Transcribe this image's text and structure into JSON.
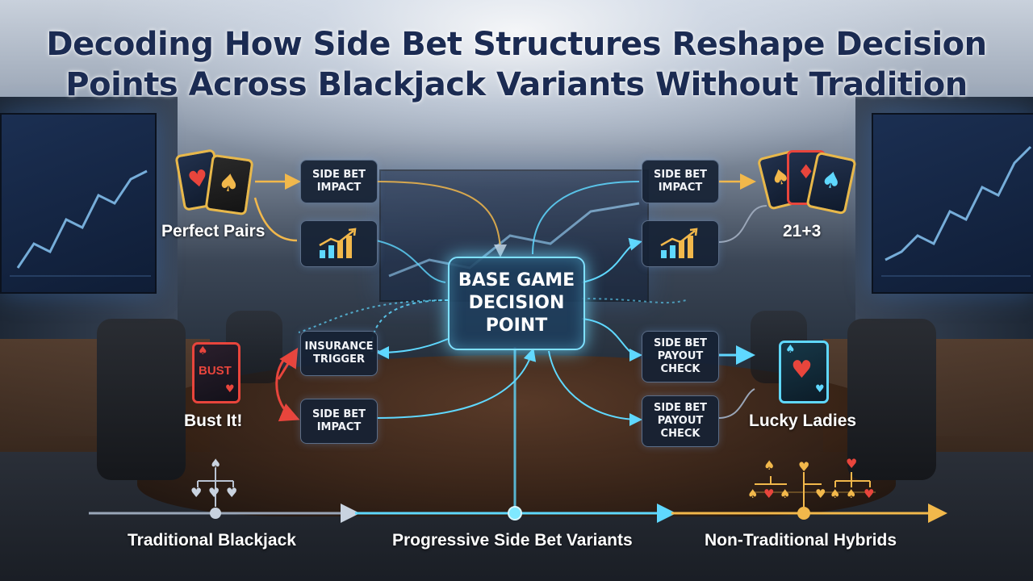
{
  "title": {
    "line1": "Decoding How Side Bet Structures Reshape Decision",
    "line2": "Points Across Blackjack Variants Without Tradition"
  },
  "center_node": {
    "line1": "BASE GAME",
    "line2": "DECISION",
    "line3": "POINT"
  },
  "left_nodes": {
    "side_bet_impact_top": {
      "line1": "SIDE BET",
      "line2": "IMPACT"
    },
    "chart_icon": "bar-chart-arrow-icon",
    "insurance_trigger": {
      "line1": "INSURANCE",
      "line2": "TRIGGER"
    },
    "side_bet_impact_bottom": {
      "line1": "SIDE BET",
      "line2": "IMPACT"
    }
  },
  "right_nodes": {
    "side_bet_impact_top": {
      "line1": "SIDE BET",
      "line2": "IMPACT"
    },
    "chart_icon": "bar-chart-arrow-icon",
    "payout_check_1": {
      "line1": "SIDE BET",
      "line2": "PAYOUT",
      "line3": "CHECK"
    },
    "payout_check_2": {
      "line1": "SIDE BET",
      "line2": "PAYOUT",
      "line3": "CHECK"
    }
  },
  "side_bets": {
    "perfect_pairs": "Perfect Pairs",
    "twenty_one_three": "21+3",
    "bust_it": "Bust It!",
    "bust_card_text": "BUST",
    "lucky_ladies": "Lucky Ladies"
  },
  "timeline": {
    "traditional": "Traditional Blackjack",
    "progressive": "Progressive Side Bet Variants",
    "hybrids": "Non-Traditional Hybrids"
  },
  "colors": {
    "gold": "#f2b84b",
    "cyan": "#5fd8ff",
    "red": "#e8453c",
    "gray": "#9aa6b8",
    "title": "#1b2b52"
  }
}
